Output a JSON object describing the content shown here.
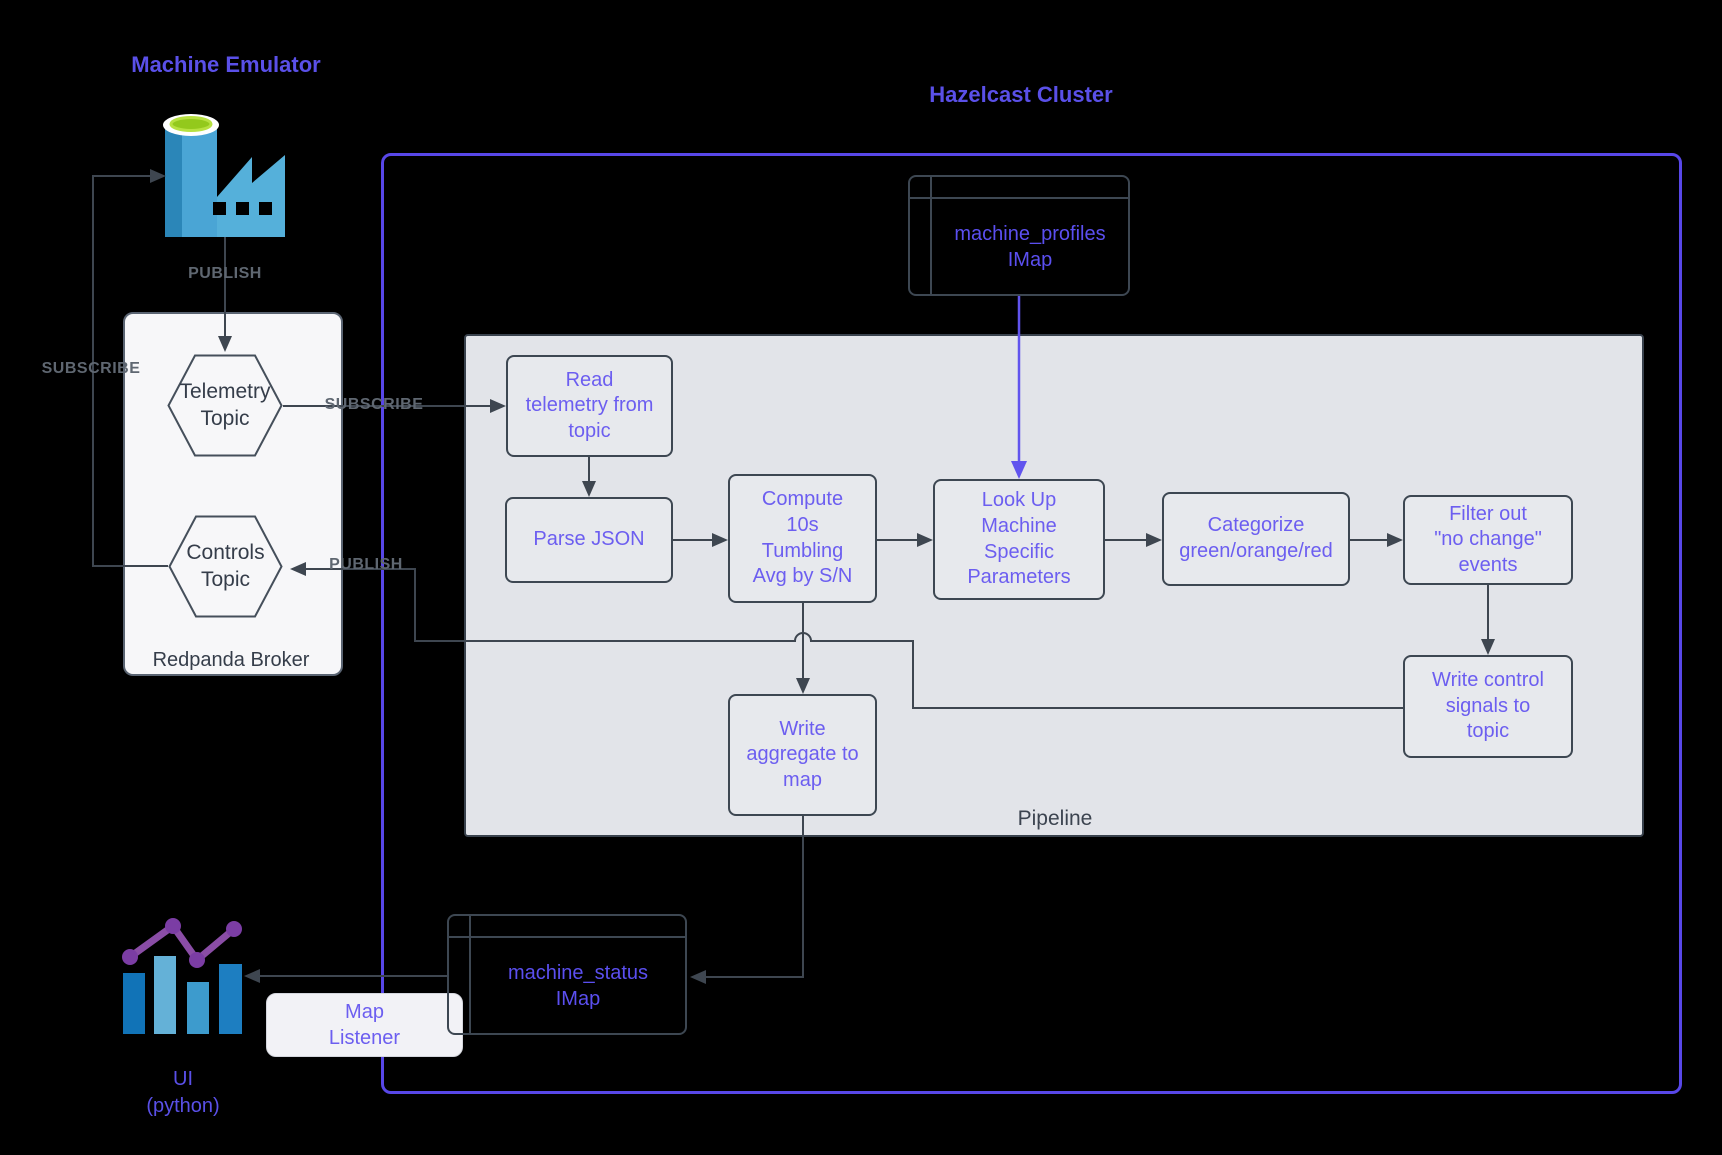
{
  "titles": {
    "machine_emulator": "Machine Emulator",
    "hazelcast_cluster": "Hazelcast Cluster"
  },
  "edge_labels": {
    "publish_factory": "PUBLISH",
    "subscribe_left": "SUBSCRIBE",
    "subscribe_mid": "SUBSCRIBE",
    "publish_mid": "PUBLISH"
  },
  "broker": {
    "title": "Redpanda Broker",
    "telemetry_topic": "Telemetry\nTopic",
    "controls_topic": "Controls\nTopic"
  },
  "pipeline": {
    "title": "Pipeline",
    "read_telemetry": "Read\ntelemetry from\ntopic",
    "parse_json": "Parse JSON",
    "compute_avg": "Compute\n10s\nTumbling\nAvg by S/N",
    "lookup_params": "Look Up\nMachine\nSpecific\nParameters",
    "categorize": "Categorize\ngreen/orange/red",
    "filter_events": "Filter out\n\"no change\"\nevents",
    "write_control": "Write control\nsignals to\ntopic",
    "write_aggregate": "Write\naggregate to\nmap"
  },
  "maps": {
    "profiles": "machine_profiles\nIMap",
    "status": "machine_status\nIMap"
  },
  "listener": {
    "label": "Map\nListener"
  },
  "ui": {
    "label": "UI\n(python)"
  },
  "icons": [
    "factory-icon",
    "bar-chart-icon"
  ],
  "colors": {
    "background": "#000000",
    "cluster_border": "#5847e8",
    "purple_arrow": "#6154ee",
    "dark_line": "#3e4650",
    "node_fill": "#e7e9ed",
    "node_border": "#3d4752",
    "node_text": "#6c5ef0",
    "pipeline_fill": "#e2e4e9",
    "pipeline_border": "#39424d",
    "pipeline_text": "#3c4450",
    "broker_fill": "#f7f7f9",
    "broker_border": "#5a6472",
    "broker_text": "#353d4a",
    "hex_fill": "#f7f7f9",
    "hex_border": "#454f5b",
    "imap_border": "#3d4752",
    "imap_text": "#5b4ff0",
    "listener_fill": "#f2f2f6",
    "listener_border": "#d4d6dd",
    "title_text": "#5a50e8",
    "label_text": "#5f6771",
    "factory_blue": "#55b0da",
    "factory_dark": "#2b86b8",
    "factory_mid": "#4aa5d5",
    "factory_green": "#93c91c",
    "factory_green_light": "#b7e141",
    "ui_bar1": "#1173b7",
    "ui_bar2": "#64b1d7",
    "ui_bar3": "#3d9bcd",
    "ui_bar4": "#1d7ec1",
    "ui_line": "#8a4da6",
    "ui_dot": "#7b3da4"
  }
}
